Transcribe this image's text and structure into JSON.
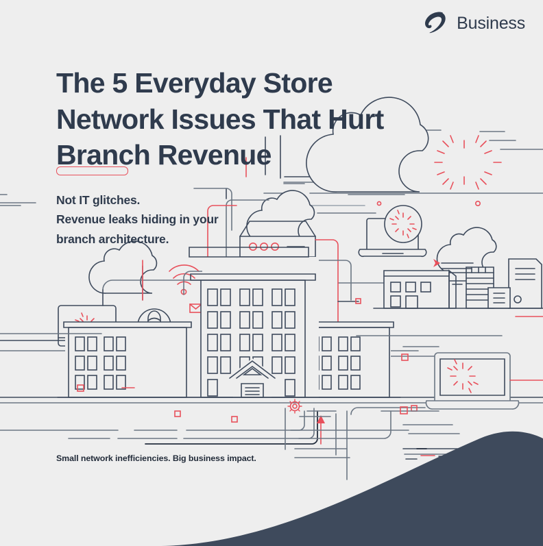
{
  "meta": {
    "background_color": "#eeeeee",
    "ink_color": "#3e4a5c",
    "navy_color": "#2f3b4d",
    "accent_color": "#e8505b",
    "wave_color": "#3e4a5c"
  },
  "brand": {
    "logo_icon": "airtel-swoosh-icon",
    "label": "Business"
  },
  "headline": {
    "line1": "The 5 Everyday Store",
    "line2": "Network Issues That Hurt",
    "line3": "Branch Revenue"
  },
  "divider": {
    "shape": "rounded-pill-outline",
    "color": "#e8505b"
  },
  "subhead": {
    "line1": "Not IT glitches.",
    "line2": "Revenue leaks hiding in your",
    "line3": "branch architecture."
  },
  "footnote": {
    "text": "Small network inefficiencies. Big business impact."
  },
  "illustration": {
    "name": "branch-network-line-art",
    "elements": [
      "office-tower-building",
      "left-wing-building",
      "right-wing-building",
      "rooftop-server-unit",
      "desktop-monitor-with-loading-spinner",
      "laptop-with-loading-spinner",
      "laptop-with-circular-spinner",
      "cloud-with-loading-spinner",
      "cloud-outline",
      "small-cloud-outline",
      "wifi-signal-icon",
      "user-avatar-icon",
      "email-envelope-icon",
      "gear-icon",
      "red-up-arrow",
      "red-chevron-arrow",
      "city-skyline-buildings",
      "network-path-lines",
      "server-rack"
    ]
  },
  "wave": {
    "name": "bottom-wave-shape",
    "color": "#3e4a5c"
  }
}
